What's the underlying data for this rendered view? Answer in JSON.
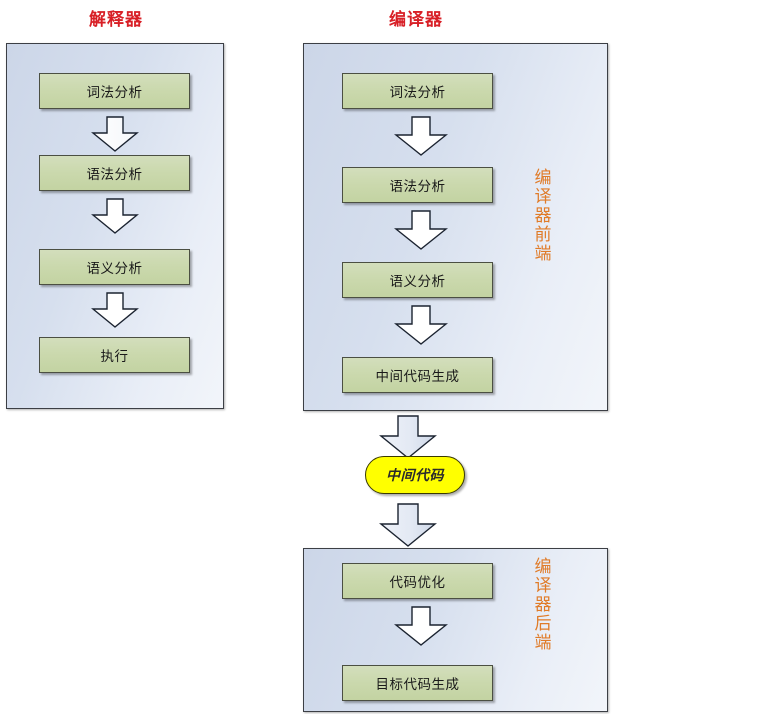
{
  "diagram": {
    "title_interpreter": "解释器",
    "title_compiler": "编译器",
    "side_label_frontend": [
      "编",
      "译",
      "器",
      "前",
      "端"
    ],
    "side_label_backend": [
      "编",
      "译",
      "器",
      "后",
      "端"
    ],
    "intermediate_code": "中间代码",
    "colors": {
      "title_red": "#d81f26",
      "side_label_orange": "#e07b28",
      "stage_green": "#cbd9ae",
      "panel_blue": "#d6dfee",
      "capsule_yellow": "#ffff00",
      "arrow_fill": "#ffffff",
      "arrow_fill_shaded": "#dde3ef",
      "outline": "#3c3f45"
    },
    "interpreter_stages": [
      {
        "label": "词法分析"
      },
      {
        "label": "语法分析"
      },
      {
        "label": "语义分析"
      },
      {
        "label": "执行"
      }
    ],
    "compiler_frontend_stages": [
      {
        "label": "词法分析"
      },
      {
        "label": "语法分析"
      },
      {
        "label": "语义分析"
      },
      {
        "label": "中间代码生成"
      }
    ],
    "compiler_backend_stages": [
      {
        "label": "代码优化"
      },
      {
        "label": "目标代码生成"
      }
    ],
    "arrows": {
      "interpreter_count": 3,
      "frontend_count": 3,
      "backend_count": 1,
      "bridge_count": 2
    }
  }
}
